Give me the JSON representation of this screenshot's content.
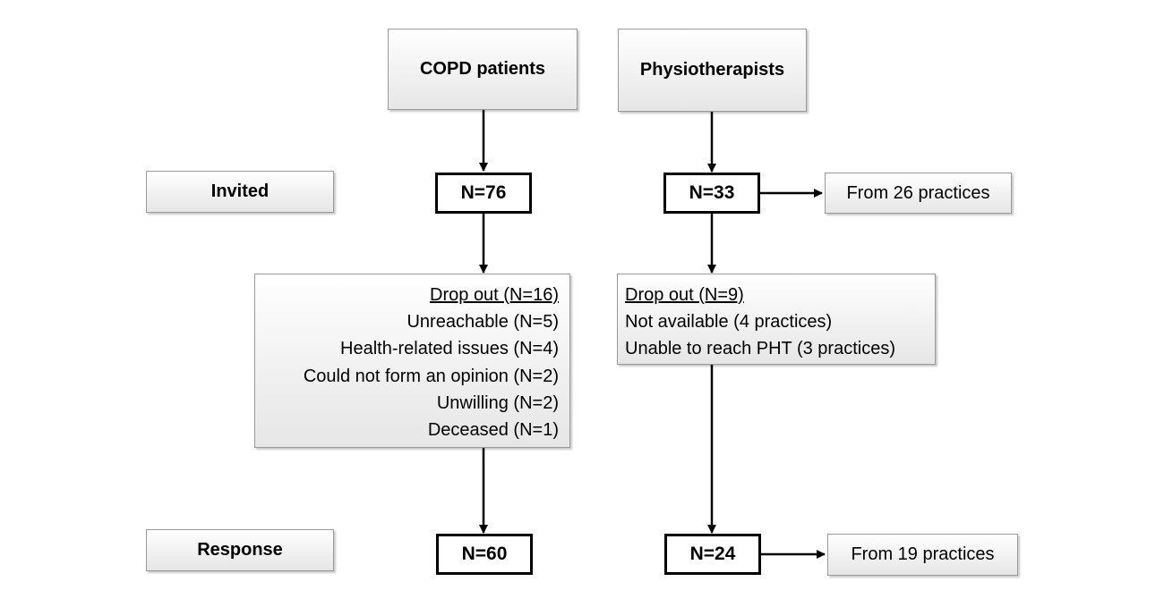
{
  "groups": {
    "copd": "COPD patients",
    "physio": "Physiotherapists"
  },
  "stages": {
    "invited": "Invited",
    "response": "Response"
  },
  "copd": {
    "invited_n": "N=76",
    "response_n": "N=60",
    "dropout": {
      "header": "Drop out (N=16)",
      "reasons": [
        "Unreachable (N=5)",
        "Health-related issues (N=4)",
        "Could not form an opinion (N=2)",
        "Unwilling (N=2)",
        "Deceased (N=1)"
      ]
    }
  },
  "physio": {
    "invited_n": "N=33",
    "invited_note": "From 26 practices",
    "response_n": "N=24",
    "response_note": "From 19 practices",
    "dropout": {
      "header": "Drop out (N=9)",
      "reasons": [
        "Not available (4 practices)",
        "Unable to reach PHT (3 practices)"
      ]
    }
  }
}
